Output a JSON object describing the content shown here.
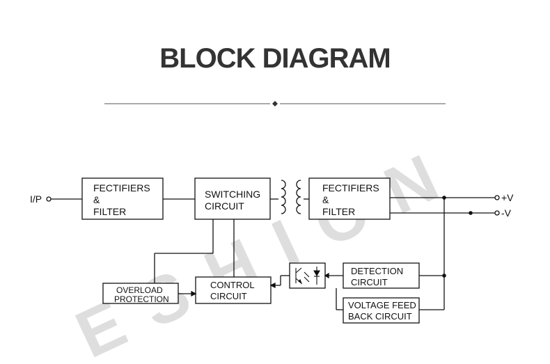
{
  "title": "BLOCK DIAGRAM",
  "watermark": "ESHION",
  "colors": {
    "title": "#333333",
    "line": "#111111",
    "watermark": "#d9d9d9"
  },
  "terminals": {
    "input": "I/P",
    "positive": "+V",
    "negative": "-V"
  },
  "blocks": {
    "input_rectifier": {
      "line1": "FECTIFIERS",
      "line2": "&",
      "line3": "FILTER"
    },
    "switching": {
      "line1": "SWITCHING",
      "line2": "CIRCUIT"
    },
    "output_rectifier": {
      "line1": "FECTIFIERS",
      "line2": "&",
      "line3": "FILTER"
    },
    "overload": {
      "line1": "OVERLOAD",
      "line2": "PROTECTION"
    },
    "control": {
      "line1": "CONTROL",
      "line2": "CIRCUIT"
    },
    "detection": {
      "line1": "DETECTION",
      "line2": "CIRCUIT"
    },
    "voltage_feedback": {
      "line1": "VOLTAGE FEED",
      "line2": "BACK CIRCUIT"
    }
  }
}
